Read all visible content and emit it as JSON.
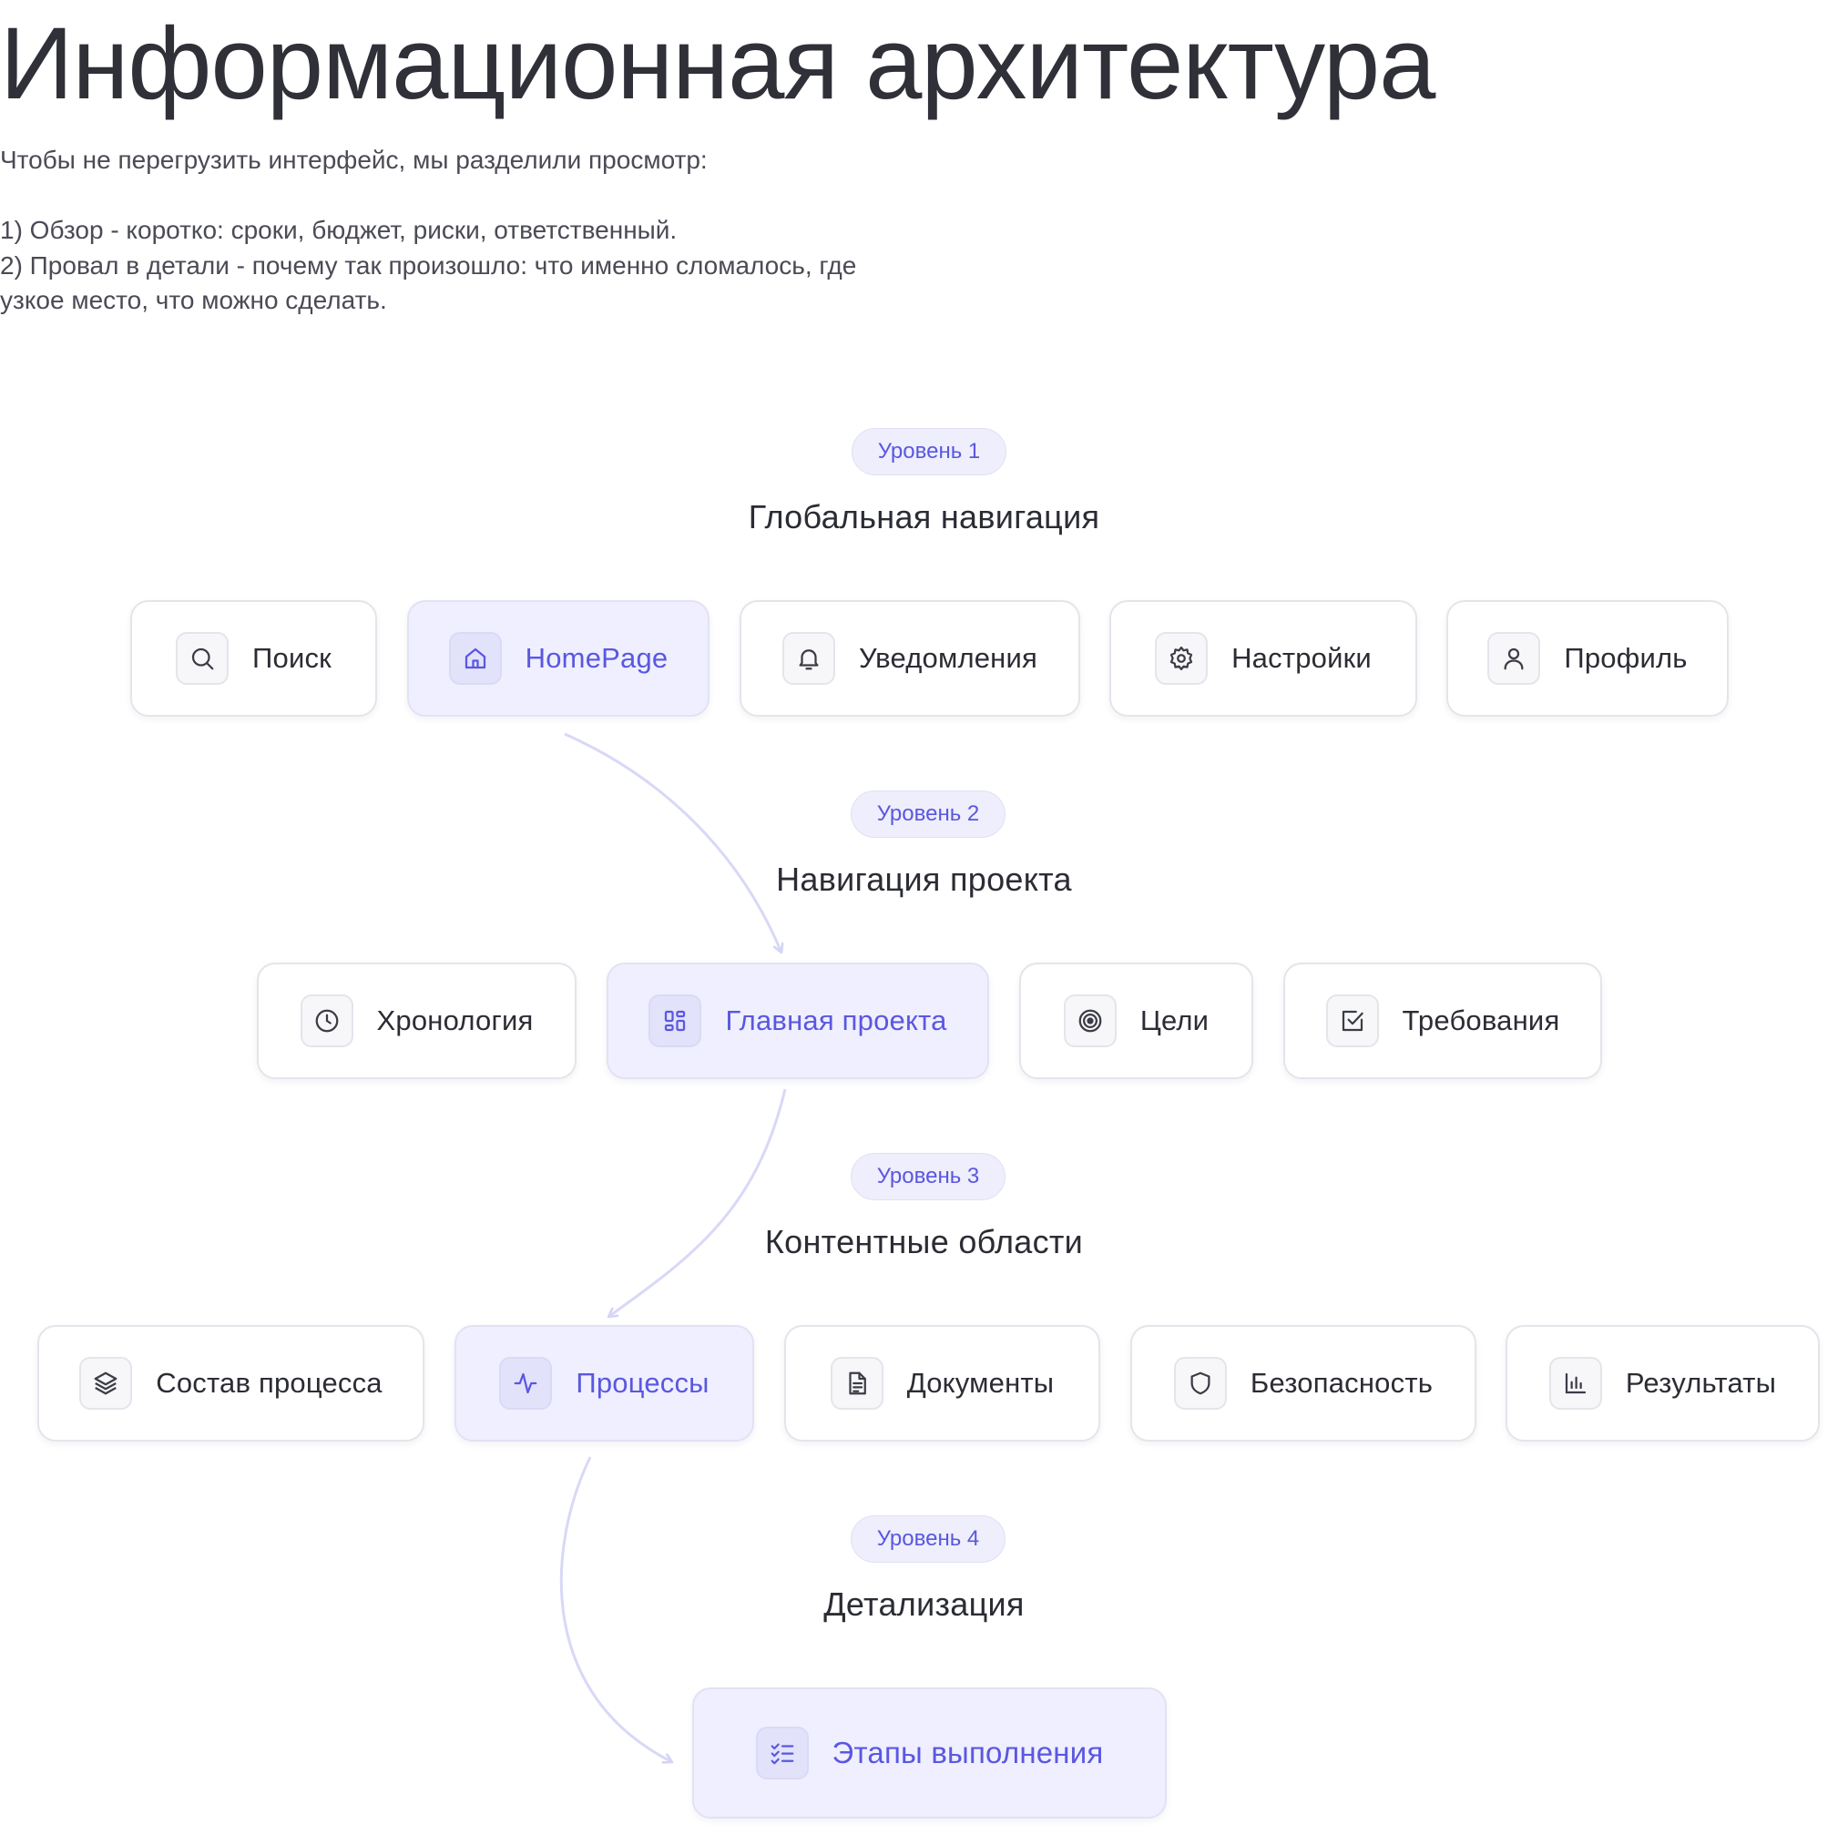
{
  "header": {
    "title": "Информационная архитектура",
    "intro_line1": "Чтобы не перегрузить интерфейс, мы разделили просмотр:",
    "intro_line2": "1) Обзор  - коротко: сроки, бюджет, риски, ответственный.",
    "intro_line3": "2) Провал в детали - почему так произошло: что именно сломалось, где",
    "intro_line4": "узкое место, что можно сделать."
  },
  "accent_color": "#5a57e0",
  "levels": [
    {
      "badge": "Уровень 1",
      "title": "Глобальная навигация",
      "items": [
        {
          "label": "Поиск",
          "icon": "search-icon",
          "active": false
        },
        {
          "label": "HomePage",
          "icon": "home-icon",
          "active": true
        },
        {
          "label": "Уведомления",
          "icon": "bell-icon",
          "active": false
        },
        {
          "label": "Настройки",
          "icon": "gear-icon",
          "active": false
        },
        {
          "label": "Профиль",
          "icon": "user-icon",
          "active": false
        }
      ]
    },
    {
      "badge": "Уровень 2",
      "title": "Навигация проекта",
      "items": [
        {
          "label": "Хронология",
          "icon": "clock-icon",
          "active": false
        },
        {
          "label": "Главная проекта",
          "icon": "dashboard-icon",
          "active": true
        },
        {
          "label": "Цели",
          "icon": "target-icon",
          "active": false
        },
        {
          "label": "Требования",
          "icon": "checkbox-icon",
          "active": false
        }
      ]
    },
    {
      "badge": "Уровень 3",
      "title": "Контентные области",
      "items": [
        {
          "label": "Состав процесса",
          "icon": "layers-icon",
          "active": false
        },
        {
          "label": "Процессы",
          "icon": "activity-icon",
          "active": true
        },
        {
          "label": "Документы",
          "icon": "document-icon",
          "active": false
        },
        {
          "label": "Безопасность",
          "icon": "shield-icon",
          "active": false
        },
        {
          "label": "Результаты",
          "icon": "bar-chart-icon",
          "active": false
        }
      ]
    },
    {
      "badge": "Уровень 4",
      "title": "Детализация",
      "items": [
        {
          "label": "Этапы выполнения",
          "icon": "checklist-icon",
          "active": true
        }
      ]
    }
  ]
}
